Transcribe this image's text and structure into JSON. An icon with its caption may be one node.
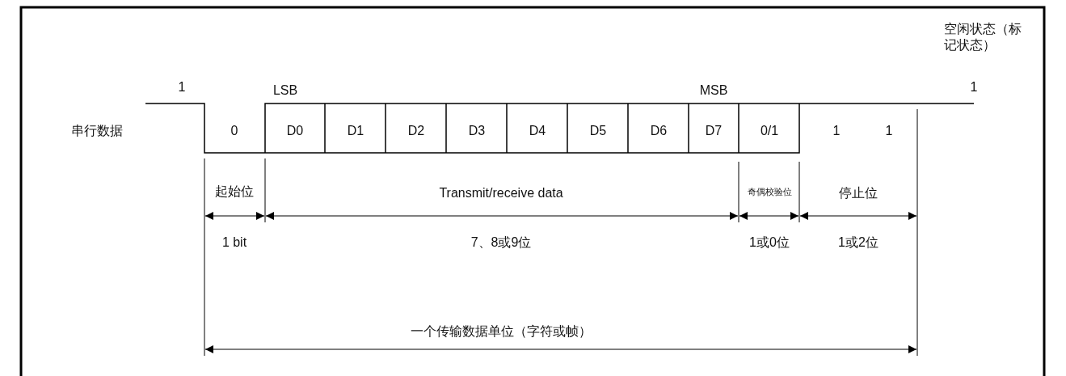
{
  "diagram": {
    "labels": [
      "空闲状态（标记状态）",
      "1",
      "LSB",
      "MSB",
      "1",
      "串行数据",
      "0",
      "D0",
      "D1",
      "D2",
      "D3",
      "D4",
      "D5",
      "D6",
      "D7",
      "0/1",
      "1",
      "1",
      "起始位",
      "Transmit/receive data",
      "奇偶校验位",
      "停止位",
      "1 bit",
      "7、8或9位",
      "1或0位",
      "1或2位",
      "一个传输数据单位（字符或帧）"
    ]
  }
}
